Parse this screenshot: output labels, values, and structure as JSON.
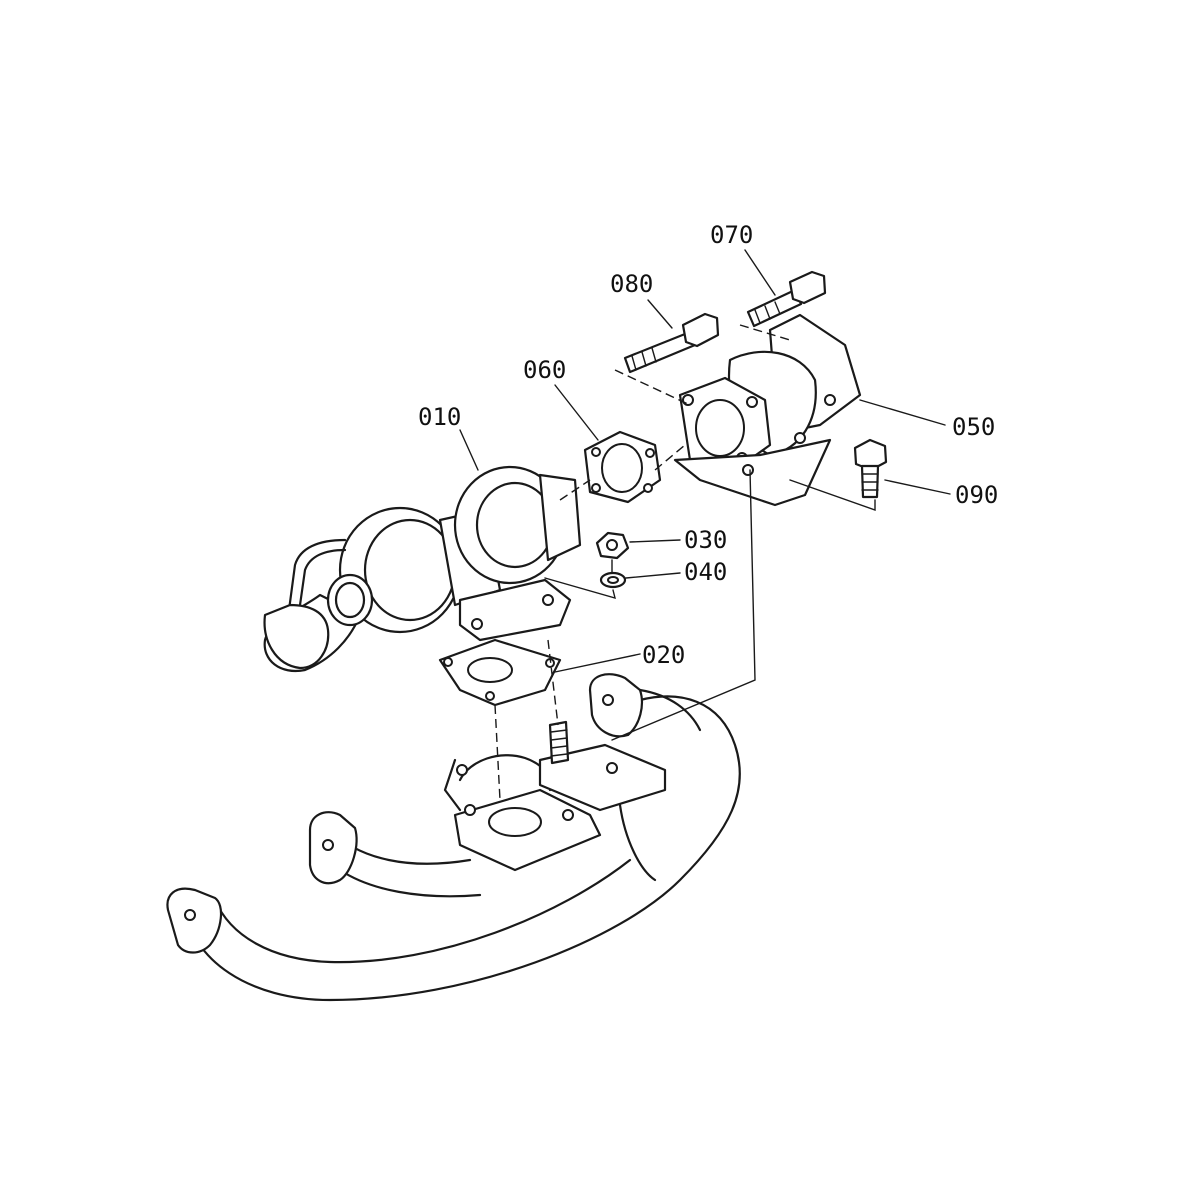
{
  "diagram": {
    "labels": {
      "p010": "010",
      "p020": "020",
      "p030": "030",
      "p040": "040",
      "p050": "050",
      "p060": "060",
      "p070": "070",
      "p080": "080",
      "p090": "090"
    }
  },
  "colors": {
    "line": "#1a1a1a",
    "background": "#ffffff"
  }
}
